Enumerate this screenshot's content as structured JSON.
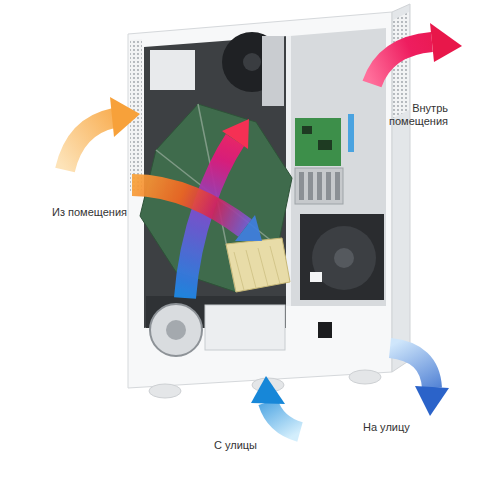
{
  "diagram": {
    "labels": [
      "Внутрь помещения",
      "Из помещения",
      "На улицу",
      "С улицы"
    ]
  }
}
